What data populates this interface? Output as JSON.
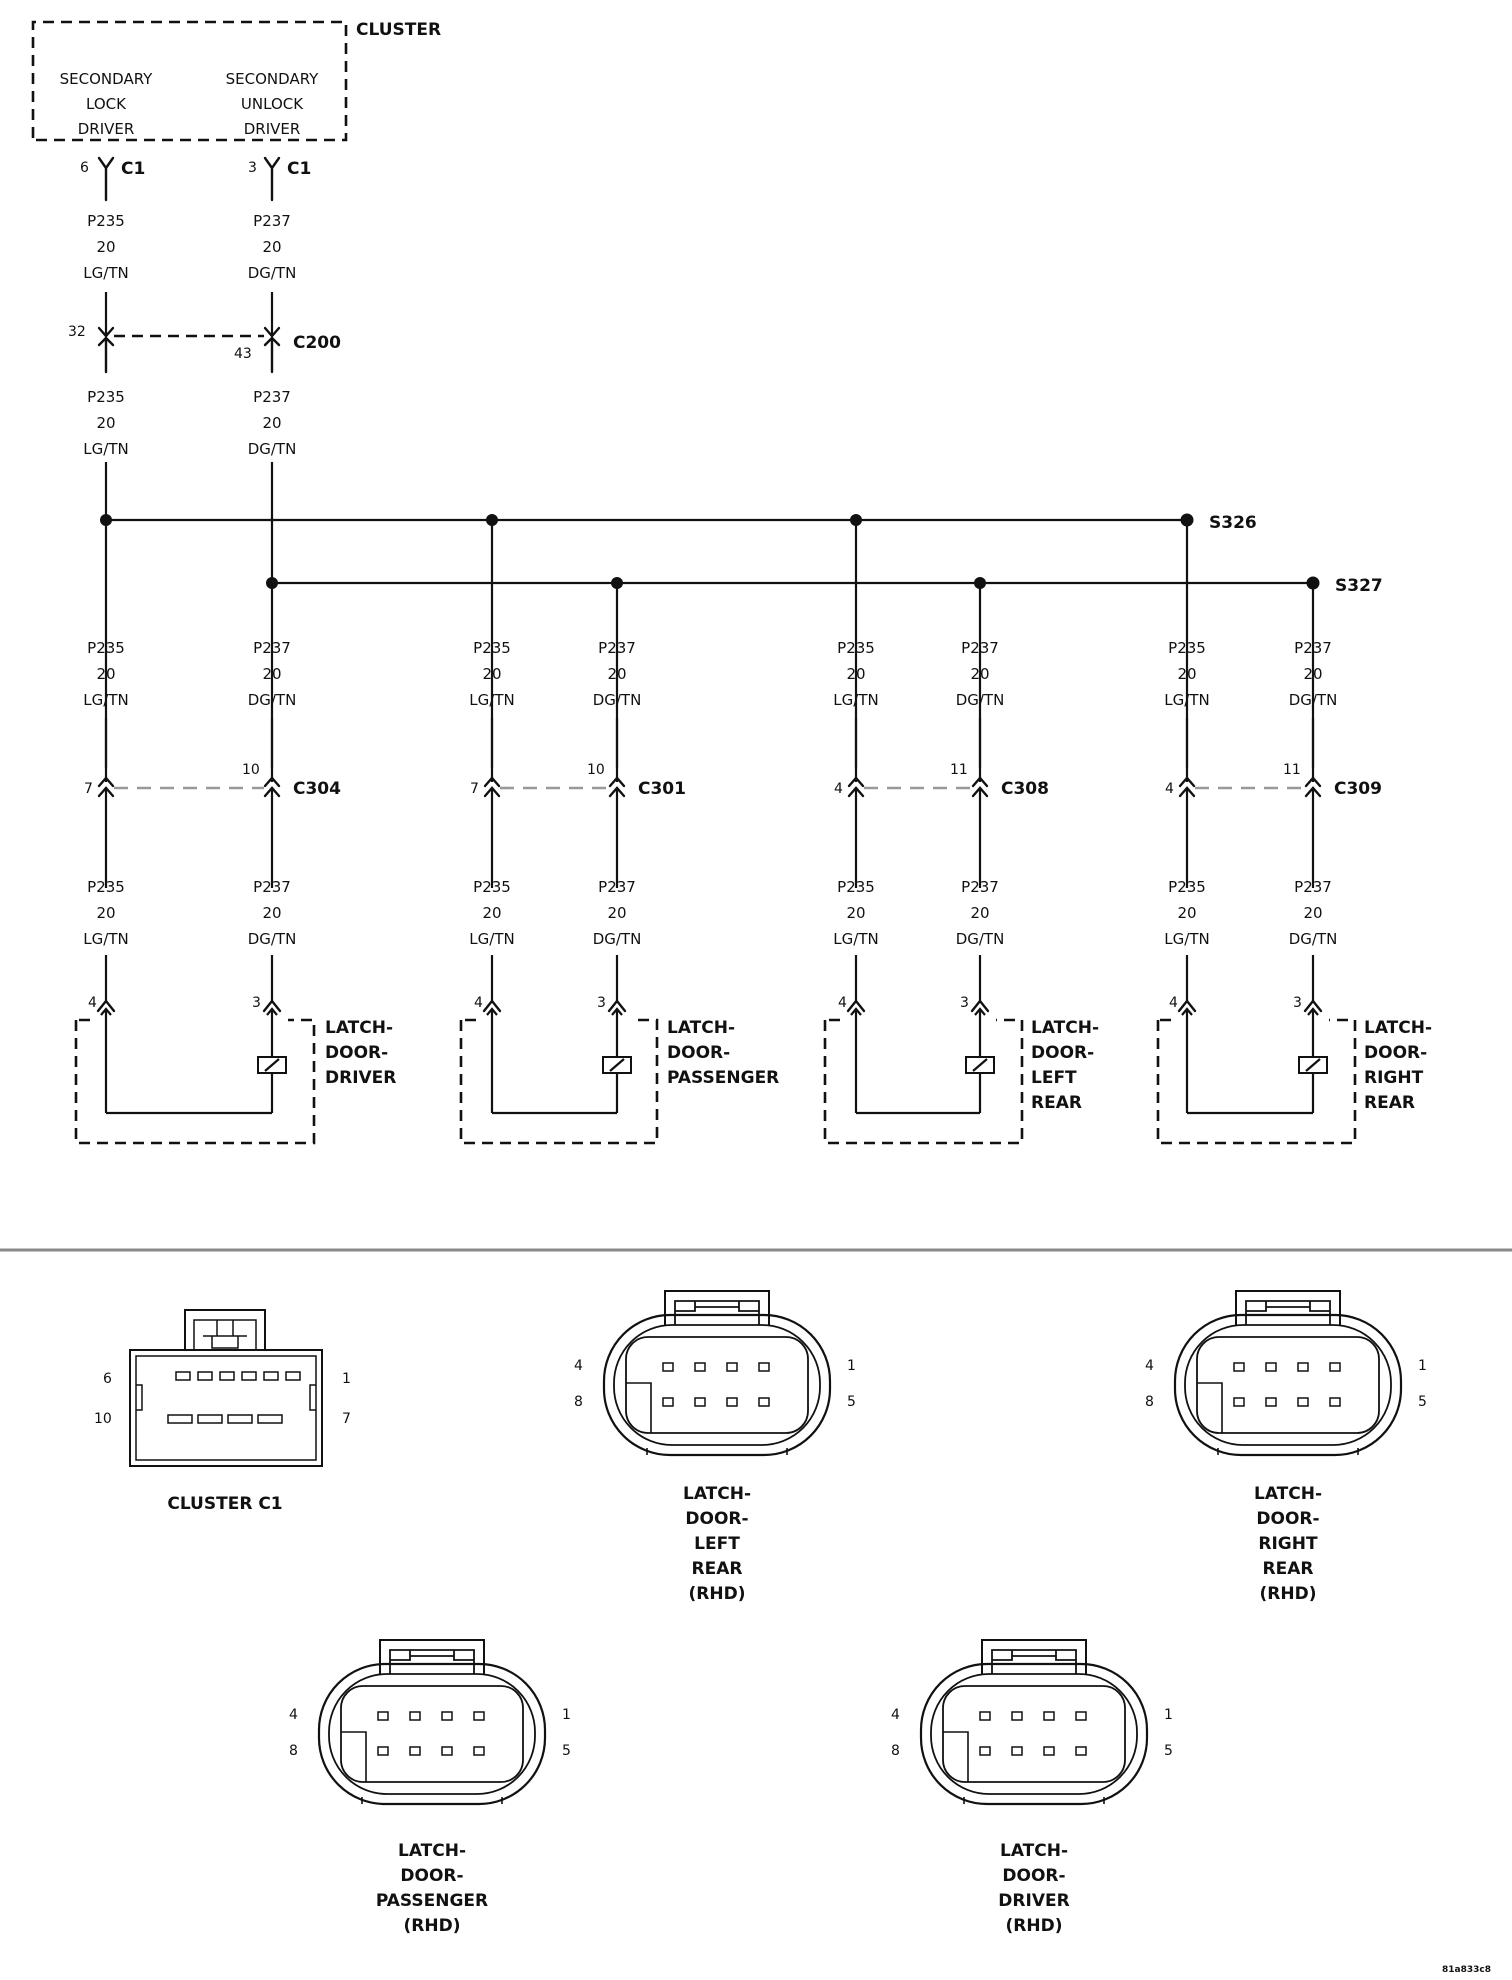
{
  "cluster": {
    "title": "CLUSTER",
    "lock_driver": [
      "SECONDARY",
      "LOCK",
      "DRIVER"
    ],
    "unlock_driver": [
      "SECONDARY",
      "UNLOCK",
      "DRIVER"
    ],
    "lock_pin": "6",
    "unlock_pin": "3",
    "connector": "C1"
  },
  "wires": {
    "lock": {
      "circuit": "P235",
      "gauge": "20",
      "color": "LG/TN"
    },
    "unlock": {
      "circuit": "P237",
      "gauge": "20",
      "color": "DG/TN"
    }
  },
  "inline_connector": {
    "name": "C200",
    "lock_pin": "32",
    "unlock_pin": "43"
  },
  "splices": {
    "lock": "S326",
    "unlock": "S327"
  },
  "door_connectors": [
    {
      "name": "C304",
      "lock_pin": "7",
      "unlock_pin": "10"
    },
    {
      "name": "C301",
      "lock_pin": "7",
      "unlock_pin": "10"
    },
    {
      "name": "C308",
      "lock_pin": "4",
      "unlock_pin": "11"
    },
    {
      "name": "C309",
      "lock_pin": "4",
      "unlock_pin": "11"
    }
  ],
  "latches": [
    {
      "label": [
        "LATCH-",
        "DOOR-",
        "DRIVER"
      ],
      "lock_pin": "4",
      "unlock_pin": "3"
    },
    {
      "label": [
        "LATCH-",
        "DOOR-",
        "PASSENGER"
      ],
      "lock_pin": "4",
      "unlock_pin": "3"
    },
    {
      "label": [
        "LATCH-",
        "DOOR-",
        "LEFT",
        "REAR"
      ],
      "lock_pin": "4",
      "unlock_pin": "3"
    },
    {
      "label": [
        "LATCH-",
        "DOOR-",
        "RIGHT",
        "REAR"
      ],
      "lock_pin": "4",
      "unlock_pin": "3"
    }
  ],
  "connector_views": {
    "cluster_c1": {
      "label": "CLUSTER C1",
      "pins": [
        "6",
        "1",
        "10",
        "7"
      ]
    },
    "left_rear": {
      "label": [
        "LATCH-",
        "DOOR-",
        "LEFT",
        "REAR",
        "(RHD)"
      ],
      "pins": [
        "4",
        "8",
        "1",
        "5"
      ]
    },
    "right_rear": {
      "label": [
        "LATCH-",
        "DOOR-",
        "RIGHT",
        "REAR",
        "(RHD)"
      ],
      "pins": [
        "4",
        "8",
        "1",
        "5"
      ]
    },
    "passenger": {
      "label": [
        "LATCH-",
        "DOOR-",
        "PASSENGER",
        "(RHD)"
      ],
      "pins": [
        "4",
        "8",
        "1",
        "5"
      ]
    },
    "driver": {
      "label": [
        "LATCH-",
        "DOOR-",
        "DRIVER",
        "(RHD)"
      ],
      "pins": [
        "4",
        "8",
        "1",
        "5"
      ]
    }
  },
  "figure_id": "81a833c8"
}
